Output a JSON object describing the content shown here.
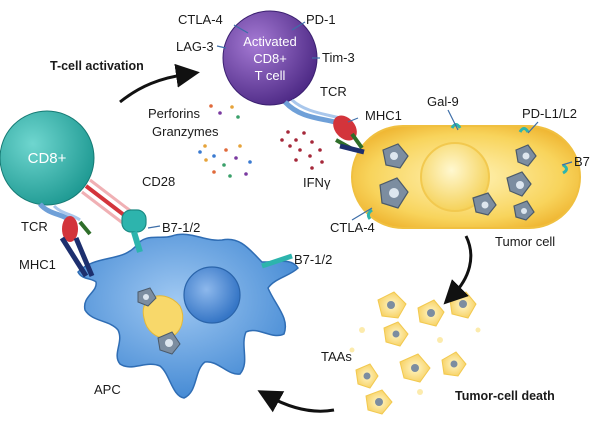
{
  "diagram": {
    "cells": {
      "naive_tcell": "CD8+",
      "activated_line1": "Activated",
      "activated_line2": "CD8+",
      "activated_line3": "T cell",
      "apc": "APC",
      "tumor": "Tumor cell"
    },
    "labels": {
      "t_activation": "T-cell activation",
      "ctla4_top": "CTLA-4",
      "pd1": "PD-1",
      "lag3": "LAG-3",
      "tim3": "Tim-3",
      "tcr_top": "TCR",
      "perforins": "Perforins",
      "granzymes": "Granzymes",
      "mhc1_top": "MHC1",
      "gal9": "Gal-9",
      "pdl": "PD-L1/L2",
      "b7_tumor": "B7",
      "ifng": "IFNγ",
      "cd28": "CD28",
      "tcr_left": "TCR",
      "b7_12_left": "B7-1/2",
      "mhc1_left": "MHC1",
      "ctla4_mid": "CTLA-4",
      "b7_12_right": "B7-1/2",
      "taas": "TAAs",
      "tumor_death": "Tumor-cell death"
    },
    "colors": {
      "naive_tcell": "#2aaaa3",
      "activated_tcell": "#6a3fa0",
      "tumor_cell": "#f6c94a",
      "apc": "#4a8fd6",
      "receptor_red": "#d3343b",
      "receptor_green": "#2f6e2a",
      "receptor_navy": "#1d2f6e",
      "receptor_teal": "#2db4ad"
    }
  }
}
